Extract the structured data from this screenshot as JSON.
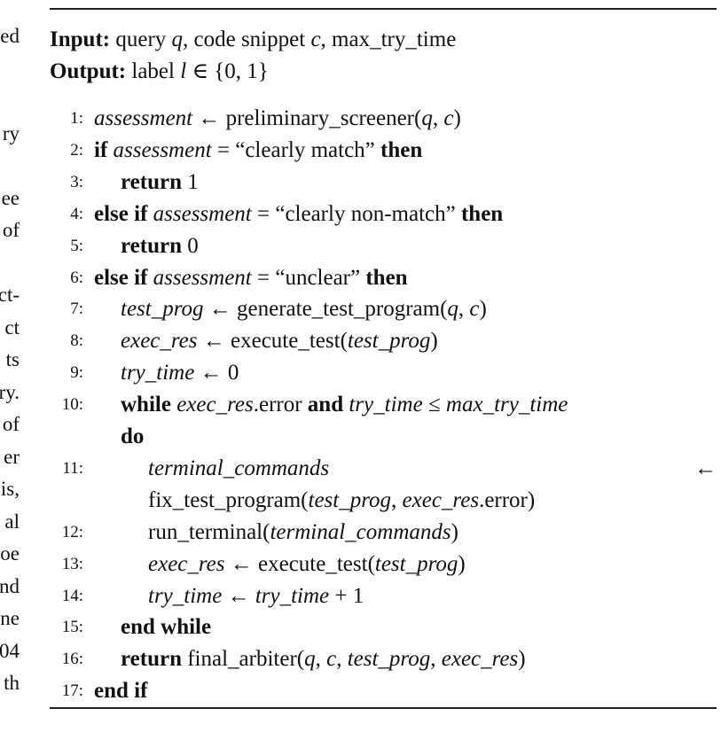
{
  "left_fragments": [
    "ed",
    "",
    "",
    "ry",
    "",
    "ee",
    "of",
    "",
    "ct-",
    "ct",
    "ts",
    "ry.",
    "of",
    "er",
    "is,",
    "al",
    "oe",
    "nd",
    "ne",
    "04",
    "th"
  ],
  "io": {
    "input_label": "Input:",
    "input_text": "query q, code snippet c, max_try_time",
    "output_label": "Output:",
    "output_text": "label l ∈ {0, 1}"
  },
  "lines": [
    {
      "num": "1:",
      "parts": [
        {
          "t": "assessment",
          "s": "it"
        },
        {
          "t": " ← preliminary_screener(",
          "s": ""
        },
        {
          "t": "q",
          "s": "it"
        },
        {
          "t": ", ",
          "s": ""
        },
        {
          "t": "c",
          "s": "it"
        },
        {
          "t": ")",
          "s": ""
        }
      ]
    },
    {
      "num": "2:",
      "parts": [
        {
          "t": "if ",
          "s": "kw"
        },
        {
          "t": "assessment",
          "s": "it"
        },
        {
          "t": " = “clearly match” ",
          "s": ""
        },
        {
          "t": "then",
          "s": "kw"
        }
      ]
    },
    {
      "num": "3:",
      "parts": [
        {
          "t": "return",
          "s": "kw"
        },
        {
          "t": "  1",
          "s": ""
        }
      ]
    },
    {
      "num": "4:",
      "parts": [
        {
          "t": "else if ",
          "s": "kw"
        },
        {
          "t": "assessment",
          "s": "it"
        },
        {
          "t": " = “clearly non-match” ",
          "s": ""
        },
        {
          "t": "then",
          "s": "kw"
        }
      ]
    },
    {
      "num": "5:",
      "parts": [
        {
          "t": "return",
          "s": "kw"
        },
        {
          "t": "  0",
          "s": ""
        }
      ]
    },
    {
      "num": "6:",
      "parts": [
        {
          "t": "else if ",
          "s": "kw"
        },
        {
          "t": "assessment",
          "s": "it"
        },
        {
          "t": " = “unclear” ",
          "s": ""
        },
        {
          "t": "then",
          "s": "kw"
        }
      ]
    },
    {
      "num": "7:",
      "parts": [
        {
          "t": "test_prog",
          "s": "it"
        },
        {
          "t": " ← generate_test_program(",
          "s": ""
        },
        {
          "t": "q",
          "s": "it"
        },
        {
          "t": ", ",
          "s": ""
        },
        {
          "t": "c",
          "s": "it"
        },
        {
          "t": ")",
          "s": ""
        }
      ]
    },
    {
      "num": "8:",
      "parts": [
        {
          "t": "exec_res",
          "s": "it"
        },
        {
          "t": " ← execute_test(",
          "s": ""
        },
        {
          "t": "test_prog",
          "s": "it"
        },
        {
          "t": ")",
          "s": ""
        }
      ]
    },
    {
      "num": "9:",
      "parts": [
        {
          "t": "try_time",
          "s": "it"
        },
        {
          "t": " ← 0",
          "s": ""
        }
      ]
    },
    {
      "num": "10:",
      "parts": [
        {
          "t": "while ",
          "s": "kw"
        },
        {
          "t": "exec_res",
          "s": "it"
        },
        {
          "t": ".error ",
          "s": ""
        },
        {
          "t": "and ",
          "s": "kw"
        },
        {
          "t": "try_time",
          "s": "it"
        },
        {
          "t": " ≤ ",
          "s": ""
        },
        {
          "t": "max_try_time",
          "s": "it"
        }
      ]
    },
    {
      "num": "",
      "parts": [
        {
          "t": "do",
          "s": "kw"
        }
      ]
    },
    {
      "num": "11:",
      "parts": [
        {
          "t": "terminal_commands",
          "s": "it"
        }
      ],
      "right": "←"
    },
    {
      "num": "",
      "parts": [
        {
          "t": "fix_test_program(",
          "s": ""
        },
        {
          "t": "test_prog",
          "s": "it"
        },
        {
          "t": ", ",
          "s": ""
        },
        {
          "t": "exec_res",
          "s": "it"
        },
        {
          "t": ".error)",
          "s": ""
        }
      ]
    },
    {
      "num": "12:",
      "parts": [
        {
          "t": "run_terminal(",
          "s": ""
        },
        {
          "t": "terminal_commands",
          "s": "it"
        },
        {
          "t": ")",
          "s": ""
        }
      ]
    },
    {
      "num": "13:",
      "parts": [
        {
          "t": "exec_res",
          "s": "it"
        },
        {
          "t": " ← execute_test(",
          "s": ""
        },
        {
          "t": "test_prog",
          "s": "it"
        },
        {
          "t": ")",
          "s": ""
        }
      ]
    },
    {
      "num": "14:",
      "parts": [
        {
          "t": "try_time",
          "s": "it"
        },
        {
          "t": " ← ",
          "s": ""
        },
        {
          "t": "try_time",
          "s": "it"
        },
        {
          "t": " + 1",
          "s": ""
        }
      ]
    },
    {
      "num": "15:",
      "parts": [
        {
          "t": "end while",
          "s": "kw"
        }
      ]
    },
    {
      "num": "16:",
      "parts": [
        {
          "t": "return",
          "s": "kw"
        },
        {
          "t": "  final_arbiter(",
          "s": ""
        },
        {
          "t": "q",
          "s": "it"
        },
        {
          "t": ", ",
          "s": ""
        },
        {
          "t": "c",
          "s": "it"
        },
        {
          "t": ", ",
          "s": ""
        },
        {
          "t": "test_prog",
          "s": "it"
        },
        {
          "t": ", ",
          "s": ""
        },
        {
          "t": "exec_res",
          "s": "it"
        },
        {
          "t": ")",
          "s": ""
        }
      ]
    },
    {
      "num": "17:",
      "parts": [
        {
          "t": "end if",
          "s": "kw"
        }
      ]
    }
  ]
}
